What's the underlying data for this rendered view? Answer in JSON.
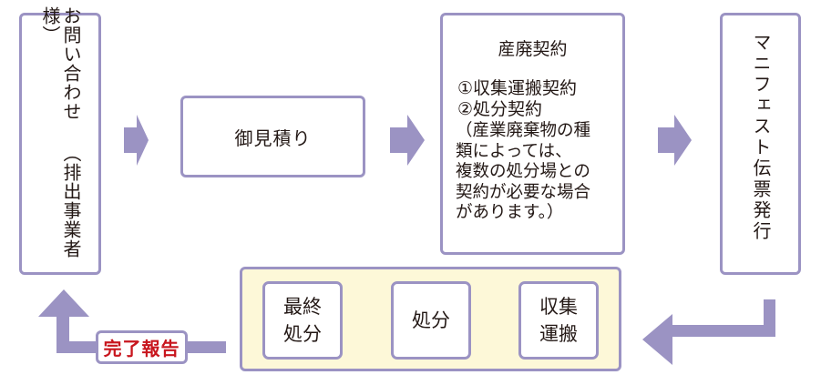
{
  "colors": {
    "border": "#9b93c3",
    "arrow": "#9b93c3",
    "panel_bg": "#fdf8d8",
    "report_text": "#c8161e",
    "text": "#231815"
  },
  "steps": {
    "inquiry": {
      "title": "お問い合わせ",
      "subtitle": "（排出事業者様）"
    },
    "estimate": {
      "label": "御見積り"
    },
    "contract": {
      "title": "産廃契約",
      "items": [
        "①収集運搬契約",
        "②処分契約"
      ],
      "note_lines": [
        "（産業廃棄物の種",
        "類によっては、",
        "複数の処分場との",
        "契約が必要な場合",
        "があります。）"
      ]
    },
    "manifest": {
      "label": "マニフェスト伝票発行"
    }
  },
  "process_panel": {
    "steps": [
      {
        "line1": "最終",
        "line2": "処分"
      },
      {
        "line1": "処分",
        "line2": ""
      },
      {
        "line1": "収集",
        "line2": "運搬"
      }
    ]
  },
  "report": {
    "label": "完了報告"
  }
}
